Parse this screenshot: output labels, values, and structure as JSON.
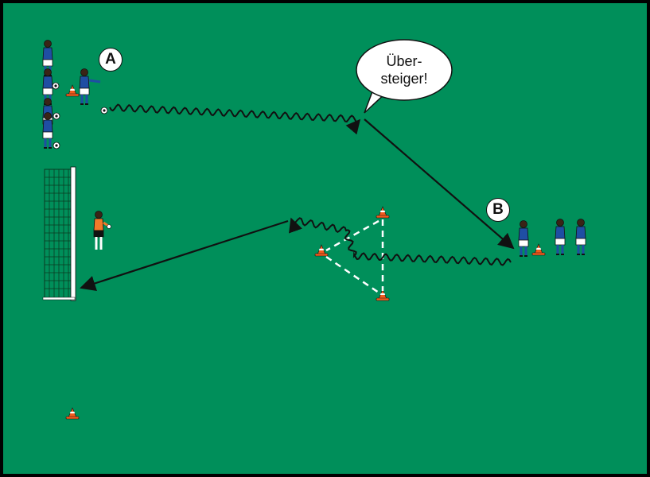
{
  "labels": {
    "a": "A",
    "b": "B"
  },
  "speech_bubble": {
    "line1": "Über-",
    "line2": "steiger!"
  },
  "colors": {
    "field": "#008f5a",
    "border": "#000000",
    "player_shirt": "#1f4ea3",
    "player_shorts": "#ffffff",
    "goalkeeper_shirt": "#f07a2a",
    "goalkeeper_shorts": "#111111",
    "cone": "#f25c1e",
    "path": "#111111",
    "dashed_line": "#ffffff"
  }
}
